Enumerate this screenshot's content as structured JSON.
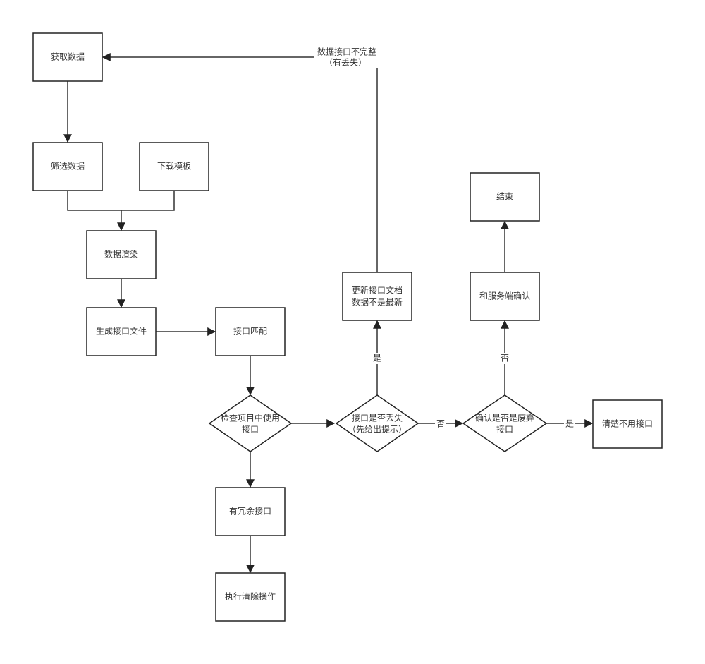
{
  "nodes": {
    "fetch": "获取数据",
    "filter": "筛选数据",
    "download": "下载模板",
    "render": "数据渲染",
    "generate": "生成接口文件",
    "match": "接口匹配",
    "check_l1": "检查项目中使用",
    "check_l2": "接口",
    "redundant": "有冗余接口",
    "clear": "执行清除操作",
    "lost_l1": "接口是否丢失",
    "lost_l2": "（先给出提示）",
    "update_l1": "更新接口文档",
    "update_l2": "数据不是最新",
    "deprecated_l1": "确认是否是废弃",
    "deprecated_l2": "接口",
    "confirm": "和服务端确认",
    "end": "结束",
    "unused": "清楚不用接口"
  },
  "edges": {
    "incomplete_l1": "数据接口不完整",
    "incomplete_l2": "（有丢失）",
    "yes_update": "是",
    "no_lost": "否",
    "no_confirm": "否",
    "yes_unused": "是"
  }
}
